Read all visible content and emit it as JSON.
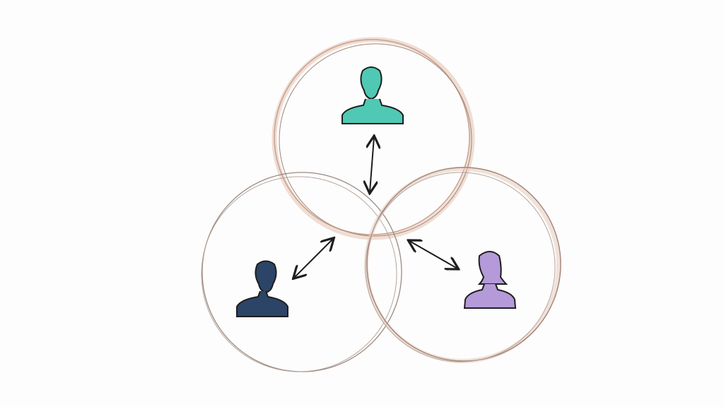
{
  "diagram": {
    "background": "#fdfdfd",
    "circles": [
      {
        "id": "top",
        "stroke": "#c9a08c",
        "fill": "#e8cfc2"
      },
      {
        "id": "left",
        "stroke": "#9a8a82",
        "fill": "#e8cfc2"
      },
      {
        "id": "right",
        "stroke": "#a08478",
        "fill": "#e8cfc2"
      }
    ],
    "people": [
      {
        "id": "top",
        "icon": "person-icon",
        "color": "#4fc9b4"
      },
      {
        "id": "left",
        "icon": "person-icon",
        "color": "#2c4466"
      },
      {
        "id": "right",
        "icon": "person-female-icon",
        "color": "#b49ad8"
      }
    ],
    "arrows": [
      {
        "from": "top",
        "to": "center",
        "icon": "double-arrow-icon"
      },
      {
        "from": "left",
        "to": "center",
        "icon": "double-arrow-icon"
      },
      {
        "from": "right",
        "to": "center",
        "icon": "double-arrow-icon"
      }
    ],
    "arrow_color": "#1e1e1e",
    "outline_color": "#1e1e1e"
  }
}
